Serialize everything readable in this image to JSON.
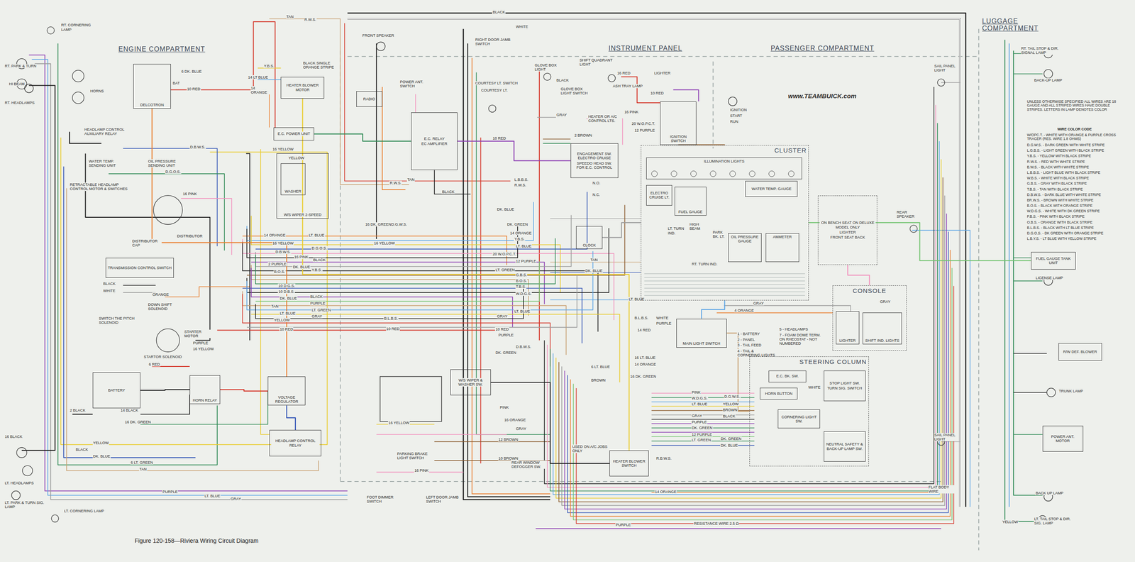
{
  "diagram": {
    "caption": "Figure 120-158—Riviera Wiring Circuit Diagram",
    "nodes": [
      {
        "text": [
          "DELCOTRON"
        ]
      },
      {
        "text": [
          "HEATER BLOWER MOTOR"
        ]
      },
      {
        "text": [
          "E.C. POWER UNIT"
        ]
      },
      {
        "text": [
          "W/S WIPER 2-SPEED"
        ]
      },
      {
        "text": [
          "WASHER"
        ],
        "in": 3
      },
      {
        "text": [
          "RADIO"
        ]
      },
      {
        "text": [
          "E.C. RELAY",
          "EC AMPLIFIER"
        ]
      },
      {
        "text": [
          "IGNITION SWITCH"
        ]
      },
      {
        "text": [
          "CLUSTER"
        ]
      },
      {
        "text": [
          "ILLUMINATION LIGHTS"
        ],
        "in": 8
      },
      {
        "text": [
          "ELECTRO CRUISE LT."
        ],
        "in": 8
      },
      {
        "text": [
          "FUEL GAUGE"
        ],
        "in": 8
      },
      {
        "text": [
          "WATER TEMP. GAUGE"
        ],
        "in": 8
      },
      {
        "text": [
          "OIL PRESSURE GAUGE"
        ],
        "in": 8
      },
      {
        "text": [
          "AMMETER"
        ],
        "in": 8
      },
      {
        "text": [
          "CLOCK"
        ]
      },
      {
        "text": [
          "ENGAGEMENT SW. ELECTRO CRUISE",
          "SPEEDO HEAD SW. FOR E.C. CONTROL"
        ]
      },
      {
        "text": [
          "ON BENCH SEAT ON DELUXE MODEL ONLY",
          "LIGHTER",
          "FRONT SEAT BACK"
        ]
      },
      {
        "text": [
          "CONSOLE"
        ]
      },
      {
        "text": [
          "LIGHTER"
        ],
        "in": 18
      },
      {
        "text": [
          "SHIFT IND. LIGHTS"
        ],
        "in": 18
      },
      {
        "text": [
          "MAIN LIGHT SWITCH"
        ]
      },
      {
        "text": [
          "STEERING COLUMN"
        ]
      },
      {
        "text": [
          "E.C. BK. SW."
        ],
        "in": 22
      },
      {
        "text": [
          "STOP LIGHT SW.",
          "TURN SIG. SWITCH"
        ],
        "in": 22
      },
      {
        "text": [
          "HORN BUTTON"
        ],
        "in": 22
      },
      {
        "text": [
          "CORNERING LIGHT SW."
        ],
        "in": 22
      },
      {
        "text": [
          "NEUTRAL SAFETY & BACK-UP LAMP SW."
        ],
        "in": 22
      },
      {
        "text": [
          "BATTERY"
        ]
      },
      {
        "text": [
          "HORN RELAY"
        ]
      },
      {
        "text": [
          "VOLTAGE REGULATOR"
        ]
      },
      {
        "text": [
          "HEADLAMP CONTROL RELAY"
        ]
      },
      {
        "text": [
          "TRANSMISSION CONTROL SWITCH"
        ]
      },
      {
        "text": [
          "W/S WIPER & WASHER SW."
        ]
      },
      {
        "text": [
          "HEATER BLOWER SWITCH"
        ]
      },
      {
        "text": [
          "FUEL GAUGE TANK UNIT"
        ]
      },
      {
        "text": [
          "R/W DEF. BLOWER"
        ]
      },
      {
        "text": [
          "POWER ANT. MOTOR"
        ]
      }
    ],
    "edges": [
      {
        "from": 28,
        "to": 29,
        "arrow": "none"
      },
      {
        "from": 29,
        "to": 30,
        "arrow": "none"
      },
      {
        "from": 30,
        "to": 31,
        "arrow": "none"
      },
      {
        "from": 0,
        "to": 30,
        "arrow": "none"
      },
      {
        "from": 2,
        "to": 6,
        "arrow": "none"
      },
      {
        "from": 6,
        "to": 16,
        "arrow": "none"
      },
      {
        "from": 7,
        "to": 8,
        "arrow": "none"
      },
      {
        "from": 21,
        "to": 8,
        "arrow": "none"
      },
      {
        "from": 22,
        "to": 21,
        "arrow": "none"
      },
      {
        "from": 18,
        "to": 17,
        "arrow": "none"
      },
      {
        "from": 8,
        "to": 15,
        "arrow": "none"
      },
      {
        "from": 1,
        "to": 34,
        "arrow": "none"
      },
      {
        "from": 35,
        "to": 8,
        "arrow": "none"
      },
      {
        "from": 33,
        "to": 34,
        "arrow": "none"
      }
    ],
    "labels": [
      "RT. CORNERING LAMP",
      "RT. PARK & TURN",
      "HI BEAM",
      "RT. HEADLAMPS",
      "ENGINE COMPARTMENT",
      "HORNS",
      "6 DK. BLUE",
      "BAT",
      "10 RED",
      "HEADLAMP CONTROL AUXILIARY RELAY",
      "WATER TEMP. SENDING UNIT",
      "OIL PRESSURE SENDING UNIT",
      "D.B.W.S.",
      "D.G.O.S.",
      "RETRACTABLE HEADLAMP CONTROL MOTOR & SWITCHES",
      "16 PINK",
      "DISTRIBUTOR CAP",
      "DISTRIBUTOR",
      "BLACK",
      "WHITE",
      "ORANGE",
      "DOWN SHIFT SOLENOID",
      "SWITCH THE PITCH SOLENOID",
      "STARTER MOTOR",
      "PURPLE",
      "16 YELLOW",
      "STARTOR SOLENOID",
      "6 RED",
      "2 BLACK",
      "14 BLACK",
      "16 DK. GREEN",
      "16 BLACK",
      "YELLOW",
      "BLACK",
      "DK. BLUE",
      "6 LT. GREEN",
      "TAN",
      "LT. HEADLAMPS",
      "PURPLE",
      "LT. BLUE",
      "GRAY",
      "LT. PARK & TURN SIG. LAMP",
      "LT. CORNERING LAMP",
      "TAN",
      "R.W.S.",
      "Y.B.S.",
      "14 LT BLUE",
      "14 ORANGE",
      "BLACK SINGLE ORANGE STRIPE",
      "16 YELLOW",
      "YELLOW",
      "FRONT SPEAKER",
      "RIGHT DOOR JAMB SWITCH",
      "POWER ANT. SWITCH",
      "COURTESY LT. SWITCH",
      "COURTESY LT.",
      "BLACK",
      "WHITE",
      "INSTRUMENT PANEL",
      "PASSENGER COMPARTMENT",
      "GLOVE BOX LIGHT",
      "SHIFT QUADRANT LIGHT",
      "BLACK",
      "GLOVE BOX LIGHT SWITCH",
      "16 RED",
      "ASH TRAY LAMP",
      "LIGHTER",
      "10 RED",
      "GRAY",
      "HEATER OR A/C CONTROL LTS.",
      "16 PINK",
      "20 W.O.P.C.T.",
      "12 PURPLE",
      "IGNITION",
      "START",
      "RUN",
      "www.TEAMBUICK.com",
      "2 BROWN",
      "10 RED",
      "N.O.",
      "N.C.",
      "LT. TURN IND.",
      "HIGH BEAM",
      "PARK BK. LT.",
      "RT. TURN IND.",
      "TAN",
      "DK. BLUE",
      "LT. BLUE",
      "14 ORANGE",
      "LT. BLUE",
      "16 YELLOW",
      "D.B.W.S.",
      "D.G.O.S.",
      "16 PINK",
      "BLACK",
      "2 PURPLE",
      "DK. BLUE",
      "B.O.S.",
      "Y.B.S.",
      "10 D.G.S.",
      "10 D.B.S.",
      "DK. BLUE",
      "BLACK",
      "PURPLE",
      "TAN",
      "LT. BLUE",
      "LT. GREEN",
      "GRAY",
      "YELLOW",
      "10 RED",
      "16 DK. GREEN",
      "D.G.W.S.",
      "16 YELLOW",
      "R.W.S.",
      "TAN",
      "BLACK",
      "B.L.B.S.",
      "10 RED",
      "L.B.B.S.",
      "R.W.S.",
      "DK. BLUE",
      "DK. GREEN",
      "14 ORANGE",
      "Y.B.S.",
      "LT. BLUE",
      "20 W.O.P.C.T.",
      "12 PURPLE",
      "LT. GREEN",
      "G.B.S.",
      "B.O.S.",
      "T.B.S.",
      "W.D.G.S.",
      "LT. BLUE",
      "GRAY",
      "10 RED",
      "PURPLE",
      "D.B.W.S.",
      "DK. GREEN",
      "16 YELLOW",
      "PINK",
      "16 ORANGE",
      "GRAY",
      "12 BROWN",
      "10 BROWN",
      "16 PINK",
      "PARKING BRAKE LIGHT SWITCH",
      "REAR WINDOW DEFOGGER SW.",
      "FOOT DIMMER SWITCH",
      "LEFT DOOR JAMB SWITCH",
      "USED ON A/C JOBS ONLY",
      "R.B.W.S.",
      "14 ORANGE",
      "PURPLE",
      "RESISTANCE WIRE 2.5 Ω",
      "B.L.B.S.",
      "WHITE",
      "PURPLE",
      "14 RED",
      "1 - BATTERY",
      "2 - PANEL",
      "3 - TAIL FEED",
      "4 - TAIL & CORNERING LIGHTS",
      "5 - HEADLAMPS",
      "7 - FOAM DOME TERM. ON RHEOSTAT - NOT NUMBERED",
      "4 ORANGE",
      "GRAY",
      "16 LT. BLUE",
      "14 ORANGE",
      "6 LT. BLUE",
      "16 DK. GREEN",
      "BROWN",
      "PINK",
      "W.D.G.S.",
      "D.G.W.S.",
      "LT. BLUE",
      "YELLOW",
      "BROWN",
      "GRAY",
      "BLACK",
      "PURPLE",
      "DK. GREEN",
      "12 PURPLE",
      "LT. GREEN",
      "DK. GREEN",
      "DK. BLUE",
      "WHITE",
      "GRAY",
      "REAR SPEAKER",
      "LUGGAGE COMPARTMENT",
      "RT. TAIL STOP & DIR. SIGNAL LAMP",
      "BACK-UP LAMP",
      "SAIL PANEL LIGHT",
      "UNLESS OTHERWISE SPECIFIED ALL WIRES ARE 18 GAUGE AND ALL STRIPED WIRES HAVE DOUBLE STRIPES. LETTERS IN LAMP DENOTES COLOR",
      "WIRE COLOR CODE",
      "W/OPC.T. - WHITE WITH ORANGE & PURPLE CROSS TRACER (RES. WIRE 1.8 OHMS)",
      "D.G.W.S. - DARK GREEN WITH WHITE STRIPE",
      "L.G.B.S. - LIGHT GREEN WITH BLACK STRIPE",
      "Y.B.S. - YELLOW WITH BLACK STRIPE",
      "R.W.S. - RED WITH WHITE STRIPE",
      "B.W.S. - BLACK WITH WHITE STRIPE",
      "L.B.B.S. - LIGHT BLUE WITH BLACK STRIPE",
      "W.B.S. - WHITE WITH BLACK STRIPE",
      "G.B.S. - GRAY WITH BLACK STRIPE",
      "T.B.S. - TAN WITH BLACK STRIPE",
      "D.B.W.S. - DARK BLUE WITH WHITE STRIPE",
      "BR.W.S. - BROWN WITH WHITE STRIPE",
      "B.O.S. - BLACK WITH ORANGE STRIPE",
      "W.D.G.S. - WHITE WITH DK GREEN STRIPE",
      "P.B.S. - PINK WITH BLACK STRIPE",
      "O.B.S. - ORANGE WITH BLACK STRIPE",
      "B.L.B.S. - BLACK WITH LT BLUE STRIPE",
      "D.G.O.S. - DK GREEN WITH ORANGE STRIPE",
      "L.B.Y.S. - LT BLUE WITH YELLOW STRIPE",
      "LICENSE LAMP",
      "TRUNK LAMP",
      "SAIL PANEL LIGHT",
      "FLAT BODY WIRE",
      "BACK UP LAMP",
      "LT. TAIL STOP & DIR. SIG. LAMP",
      "YELLOW"
    ]
  }
}
